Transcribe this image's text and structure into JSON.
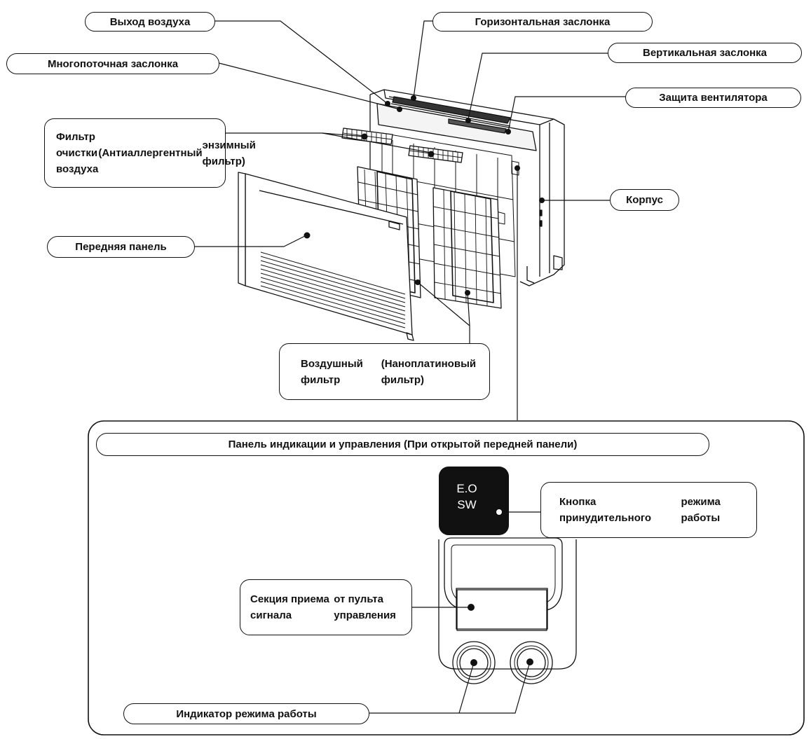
{
  "labels": {
    "air_outlet": "Выход воздуха",
    "horizontal_flap": "Горизонтальная заслонка",
    "vertical_flap": "Вертикальная заслонка",
    "multi_flow_flap": "Многопоточная заслонка",
    "fan_guard": "Защита вентилятора",
    "purifying_filter_line1": "Фильтр очистки воздуха",
    "purifying_filter_line2": "(Антиаллергентный",
    "purifying_filter_line3": "энзимный фильтр)",
    "body": "Корпус",
    "front_panel": "Передняя панель",
    "air_filter_line1": "Воздушный фильтр",
    "air_filter_line2": "(Наноплатиновый фильтр)",
    "control_panel_title": "Панель индикации и управления (При открытой передней панели)",
    "eo_line1": "E.O",
    "eo_line2": "SW",
    "forced_button_line1": "Кнопка принудительного",
    "forced_button_line2": "режима работы",
    "signal_receiver_line1": "Секция приема сигнала",
    "signal_receiver_line2": "от пульта управления",
    "operation_indicator": "Индикатор режима работы"
  }
}
